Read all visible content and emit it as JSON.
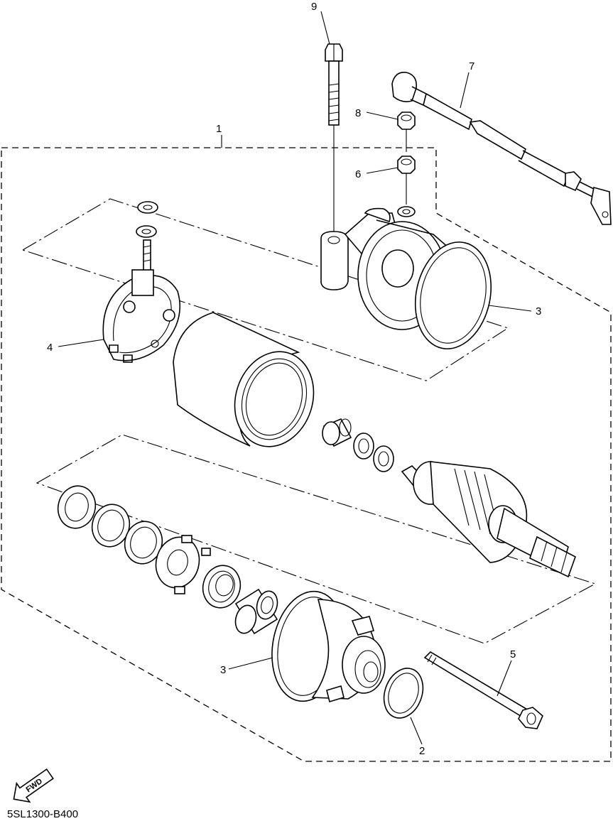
{
  "callouts": {
    "c1": "1",
    "c2": "2",
    "c3a": "3",
    "c3b": "3",
    "c4": "4",
    "c5": "5",
    "c6": "6",
    "c7": "7",
    "c8": "8",
    "c9": "9"
  },
  "fwd_label": "FWD",
  "diagram_code": "5SL1300-B400"
}
